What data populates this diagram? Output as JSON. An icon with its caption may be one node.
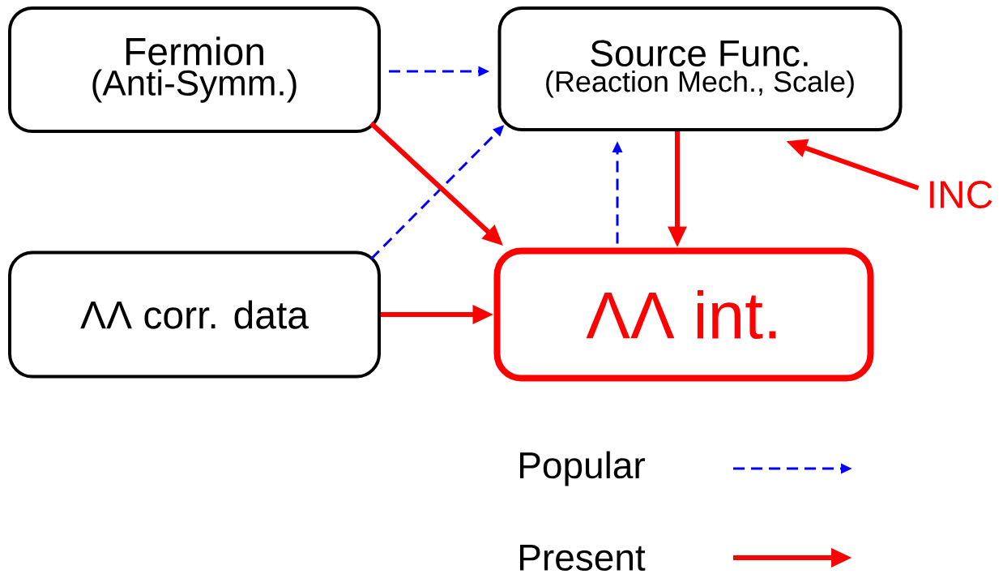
{
  "diagram": {
    "nodes": [
      {
        "text": [
          "Fermion",
          "(Anti-Symm.)"
        ]
      },
      {
        "text": [
          "Source Func.",
          "(Reaction Mech., Scale)"
        ]
      },
      {
        "text": [
          "ΛΛ corr. data"
        ]
      },
      {
        "text": [
          "ΛΛ  int."
        ]
      },
      {
        "text": [
          "INC"
        ]
      }
    ],
    "edges": [
      {
        "from": 0,
        "to": 1,
        "arrow": "to",
        "style": "dashed",
        "color": "#0000ff"
      },
      {
        "from": 2,
        "to": 1,
        "arrow": "to",
        "style": "dashed",
        "color": "#0000ff"
      },
      {
        "from": 3,
        "to": 1,
        "arrow": "to",
        "style": "dashed",
        "color": "#0000ff"
      },
      {
        "from": 0,
        "to": 3,
        "arrow": "to"
      },
      {
        "from": 1,
        "to": 3,
        "arrow": "to"
      },
      {
        "from": 4,
        "to": 1,
        "arrow": "to"
      },
      {
        "from": 2,
        "to": 3,
        "arrow": "to"
      }
    ],
    "legend": [
      {
        "text": "Popular"
      },
      {
        "text": "Present"
      }
    ]
  }
}
